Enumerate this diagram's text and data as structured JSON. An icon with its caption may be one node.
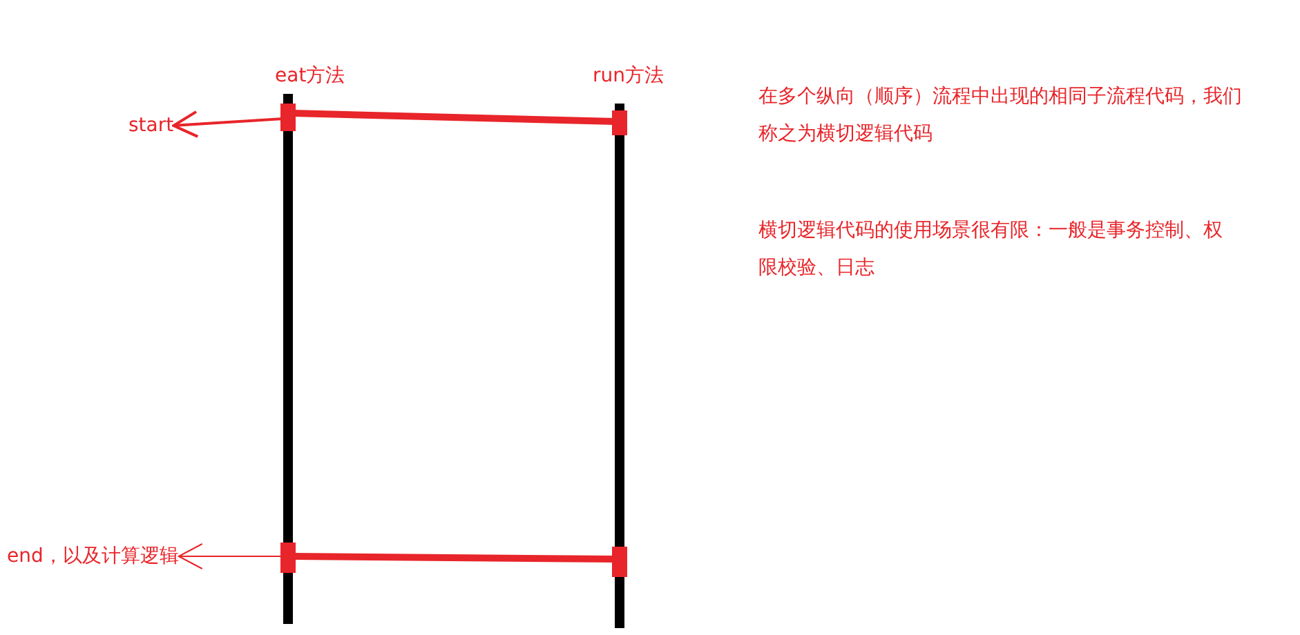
{
  "diagram": {
    "nodes": [
      {
        "text": [],
        "shape": "bar",
        "beside": [
          "eat方法"
        ]
      },
      {
        "text": [],
        "shape": "bar",
        "beside": [
          "run方法"
        ]
      },
      {
        "text": [
          "start"
        ]
      },
      {
        "text": [
          "end，以及计算逻辑"
        ]
      }
    ],
    "edges": [
      {
        "from": 0,
        "to": 1,
        "arrow": "none",
        "style": "thick"
      },
      {
        "from": 0,
        "to": 1,
        "arrow": "none",
        "style": "thick"
      },
      {
        "from": 0,
        "to": 2,
        "arrow": "to"
      },
      {
        "from": 0,
        "to": 3,
        "arrow": "to"
      }
    ],
    "labels": [
      "在多个纵向（顺序）流程中出现的相同子流程代码，我们称之为横切逻辑代码",
      "横切逻辑代码的使用场景很有限：一般是事务控制、权限校验、日志"
    ]
  }
}
